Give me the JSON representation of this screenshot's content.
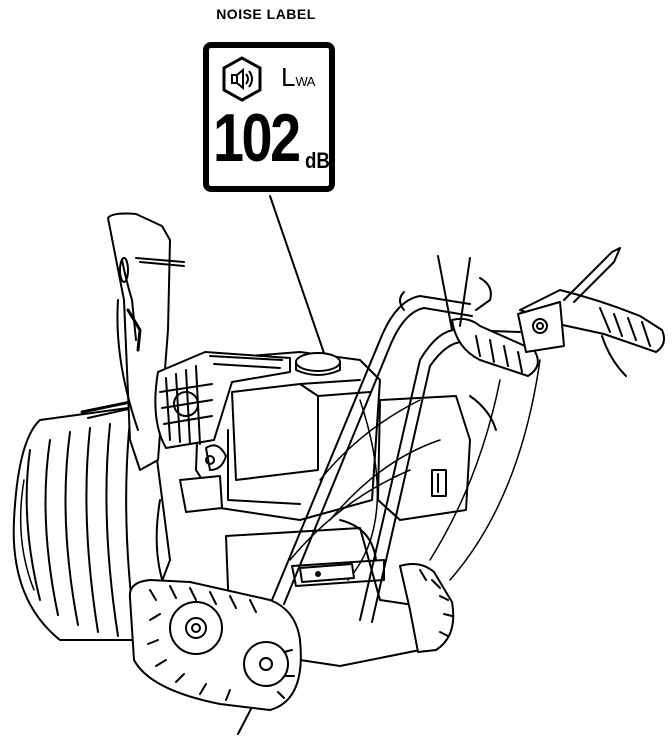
{
  "callout": {
    "title": "NOISE LABEL"
  },
  "noise_label": {
    "icon": "sound-power-icon",
    "symbol_main": "L",
    "symbol_sub": "WA",
    "value": "102",
    "unit": "dB"
  },
  "illustration": {
    "subject": "snowblower-line-drawing"
  },
  "colors": {
    "ink": "#000000",
    "paper": "#ffffff"
  }
}
